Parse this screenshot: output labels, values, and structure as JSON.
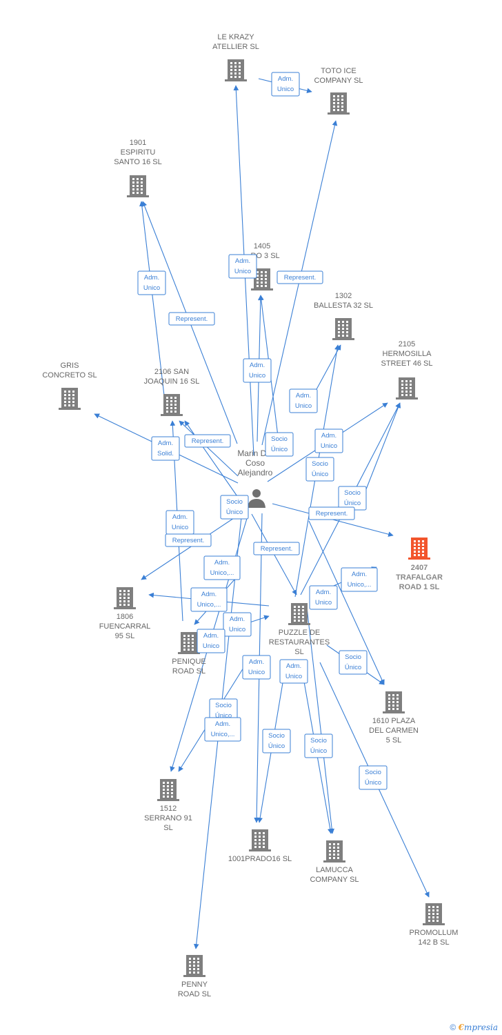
{
  "center": {
    "label": [
      "Marin Del",
      "Coso",
      "Alejandro"
    ]
  },
  "colors": {
    "edge": "#3a7fd5",
    "building": "#7f7f7f",
    "highlight": "#f2552c"
  },
  "nodes": [
    {
      "id": "le-krazy",
      "label": [
        "LE KRAZY",
        "ATELLIER  SL"
      ]
    },
    {
      "id": "toto-ice",
      "label": [
        "TOTO ICE",
        "COMPANY  SL"
      ]
    },
    {
      "id": "1901",
      "label": [
        "1901",
        "ESPIRITU",
        "SANTO 16  SL"
      ]
    },
    {
      "id": "1405",
      "label": [
        "1405",
        "...RO 3  SL"
      ]
    },
    {
      "id": "1302",
      "label": [
        "1302",
        "BALLESTA 32 SL"
      ]
    },
    {
      "id": "2105",
      "label": [
        "2105",
        "HERMOSILLA",
        "STREET 46  SL"
      ]
    },
    {
      "id": "gris",
      "label": [
        "GRIS",
        "CONCRETO  SL"
      ]
    },
    {
      "id": "2106",
      "label": [
        "2106 SAN",
        "JOAQUIN 16  SL"
      ]
    },
    {
      "id": "2407",
      "label": [
        "2407",
        "TRAFALGAR",
        "ROAD 1  SL"
      ],
      "highlight": true
    },
    {
      "id": "1806",
      "label": [
        "1806",
        "FUENCARRAL",
        "95  SL"
      ]
    },
    {
      "id": "penique",
      "label": [
        "PENIQUE",
        "ROAD SL"
      ]
    },
    {
      "id": "puzzle",
      "label": [
        "PUZZLE DE",
        "RESTAURANTES",
        "SL"
      ]
    },
    {
      "id": "1610",
      "label": [
        "1610 PLAZA",
        "DEL CARMEN",
        "5  SL"
      ]
    },
    {
      "id": "1512",
      "label": [
        "1512",
        "SERRANO 91",
        "SL"
      ]
    },
    {
      "id": "1001",
      "label": [
        "1001PRADO16 SL"
      ]
    },
    {
      "id": "lamucca",
      "label": [
        "LAMUCCA",
        "COMPANY SL"
      ]
    },
    {
      "id": "promollum",
      "label": [
        "PROMOLLUM",
        "142 B SL"
      ]
    },
    {
      "id": "penny",
      "label": [
        "PENNY",
        "ROAD  SL"
      ]
    }
  ],
  "relations": [
    {
      "label": [
        "Adm.",
        "Unico"
      ]
    },
    {
      "label": [
        "Adm.",
        "Unico"
      ]
    },
    {
      "label": [
        "Represent."
      ]
    },
    {
      "label": [
        "Adm.",
        "Unico"
      ]
    },
    {
      "label": [
        "Represent."
      ]
    },
    {
      "label": [
        "Adm.",
        "Unico"
      ]
    },
    {
      "label": [
        "Adm.",
        "Unico"
      ]
    },
    {
      "label": [
        "Socio",
        "Único"
      ]
    },
    {
      "label": [
        "Adm.",
        "Unico"
      ]
    },
    {
      "label": [
        "Socio",
        "Único"
      ]
    },
    {
      "label": [
        "Socio",
        "Único"
      ]
    },
    {
      "label": [
        "Adm.",
        "Solid."
      ]
    },
    {
      "label": [
        "Represent."
      ]
    },
    {
      "label": [
        "Socio",
        "Único"
      ]
    },
    {
      "label": [
        "Represent."
      ]
    },
    {
      "label": [
        "Adm.",
        "Unico"
      ]
    },
    {
      "label": [
        "Represent."
      ]
    },
    {
      "label": [
        "Represent."
      ]
    },
    {
      "label": [
        "Adm.",
        "Unico,..."
      ]
    },
    {
      "label": [
        "Adm.",
        "Unico,..."
      ]
    },
    {
      "label": [
        "Adm.",
        "Unico,..."
      ]
    },
    {
      "label": [
        "Adm.",
        "Unico"
      ]
    },
    {
      "label": [
        "Adm.",
        "Unico"
      ]
    },
    {
      "label": [
        "Adm.",
        "Unico"
      ]
    },
    {
      "label": [
        "Socio",
        "Único"
      ]
    },
    {
      "label": [
        "Adm.",
        "Unico"
      ]
    },
    {
      "label": [
        "Adm.",
        "Unico"
      ]
    },
    {
      "label": [
        "Socio",
        "Único"
      ]
    },
    {
      "label": [
        "Adm.",
        "Unico,..."
      ]
    },
    {
      "label": [
        "Socio",
        "Único"
      ]
    },
    {
      "label": [
        "Socio",
        "Único"
      ]
    },
    {
      "label": [
        "Socio",
        "Único"
      ]
    }
  ],
  "footer": {
    "copyright": "©",
    "brand_first": "€",
    "brand_rest": "mpresia"
  }
}
